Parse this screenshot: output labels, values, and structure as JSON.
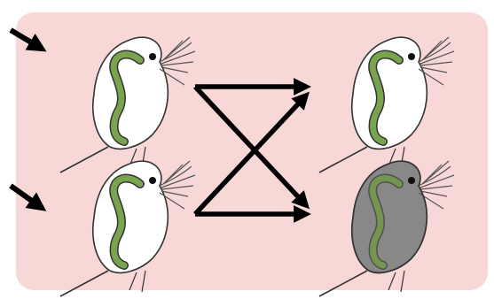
{
  "colors": {
    "panel_fill": "#f8d7d7",
    "arrow": "#000000",
    "body_fill": "#ffffff",
    "body_fill_shaded": "#7c7c7c",
    "outline": "#333333",
    "gut": "#7aa34e",
    "eye": "#111111",
    "antenna": "#555555"
  },
  "icons": {
    "input_arrow": "arrow-right-down-icon",
    "organism": "daphnia-icon"
  },
  "organisms": [
    {
      "id": "top-left-daphnia",
      "shaded": false
    },
    {
      "id": "bottom-left-daphnia",
      "shaded": false
    },
    {
      "id": "top-right-daphnia",
      "shaded": false
    },
    {
      "id": "bottom-right-daphnia",
      "shaded": true
    }
  ],
  "crossing_arrows": [
    {
      "from": "top-left",
      "to": "top-right"
    },
    {
      "from": "top-left",
      "to": "bottom-right"
    },
    {
      "from": "bottom-left",
      "to": "top-right"
    },
    {
      "from": "bottom-left",
      "to": "bottom-right"
    }
  ]
}
